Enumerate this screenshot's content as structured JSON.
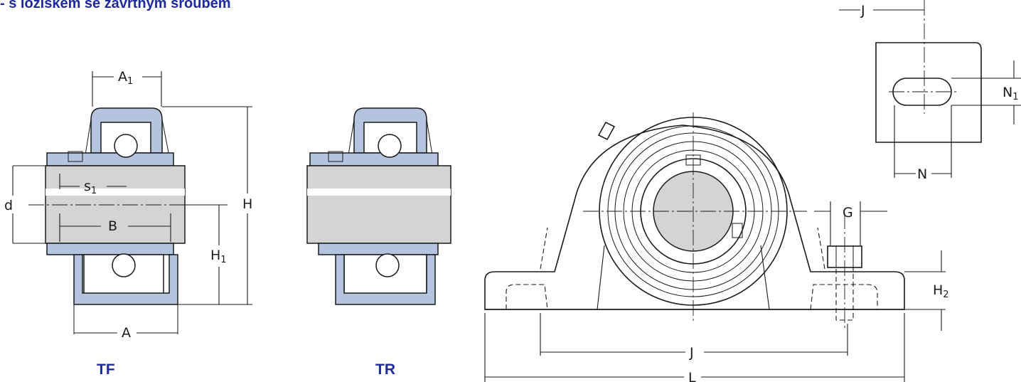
{
  "heading": "- s ložiskem se závrtným šroubem",
  "variants": {
    "tf": "TF",
    "tr": "TR"
  },
  "dimensions": {
    "a1": {
      "main": "A",
      "sub": "1"
    },
    "s1": {
      "main": "s",
      "sub": "1"
    },
    "d": "d",
    "b": "B",
    "h": "H",
    "h1": {
      "main": "H",
      "sub": "1"
    },
    "a": "A",
    "j_top": "J",
    "n1": {
      "main": "N",
      "sub": "1"
    },
    "n": "N",
    "g": "G",
    "h2": {
      "main": "H",
      "sub": "2"
    },
    "j": "J",
    "l": "L"
  },
  "colors": {
    "title": "#1e2a9e",
    "housing_fill": "#b4c3de",
    "shaft_fill": "#d4d4d4",
    "line": "#1a1a1a"
  }
}
